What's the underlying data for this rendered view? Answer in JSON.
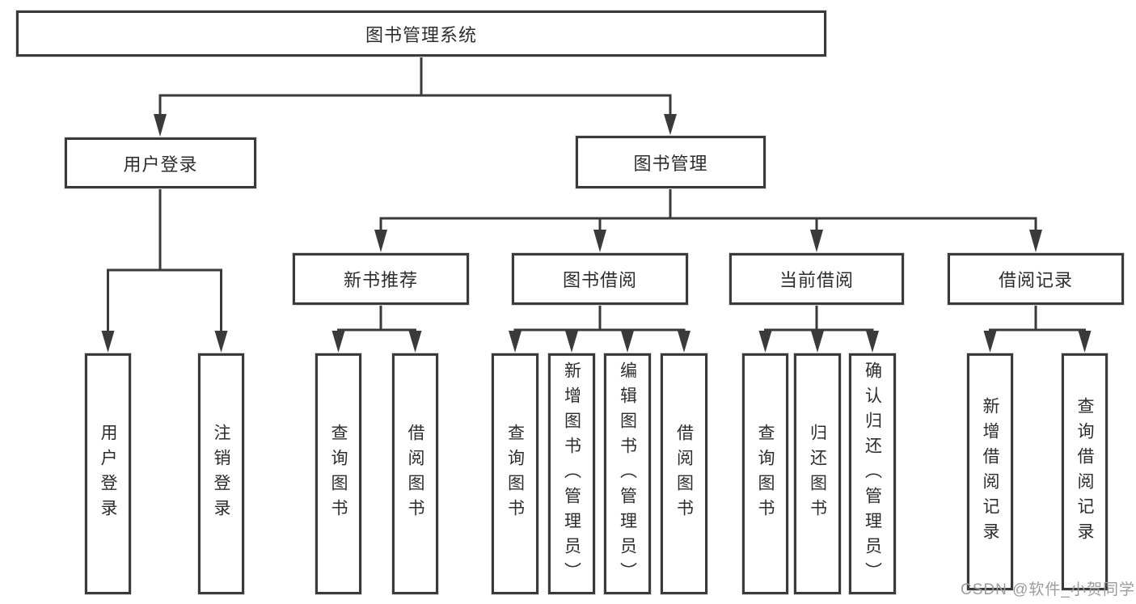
{
  "diagram": {
    "root": {
      "label": "图书管理系统"
    },
    "level2": {
      "user_login": {
        "label": "用户登录"
      },
      "book_mgmt": {
        "label": "图书管理"
      }
    },
    "level3": {
      "new_book_rec": {
        "label": "新书推荐"
      },
      "book_borrow": {
        "label": "图书借阅"
      },
      "current_borrow": {
        "label": "当前借阅"
      },
      "borrow_record": {
        "label": "借阅记录"
      }
    },
    "leaves": {
      "user_login_leaf": {
        "label": "用户登录"
      },
      "logout": {
        "label": "注销登录"
      },
      "rec_query_book": {
        "label": "查询图书"
      },
      "rec_borrow_book": {
        "label": "借阅图书"
      },
      "bor_query_book": {
        "label": "查询图书"
      },
      "bor_add_book": {
        "label": "新增图书（管理员）"
      },
      "bor_edit_book": {
        "label": "编辑图书（管理员）"
      },
      "bor_borrow_book": {
        "label": "借阅图书"
      },
      "cur_query_book": {
        "label": "查询图书"
      },
      "cur_return_book": {
        "label": "归还图书"
      },
      "cur_confirm_return": {
        "label": "确认归还（管理员）"
      },
      "log_add_record": {
        "label": "新增借阅记录"
      },
      "log_query_record": {
        "label": "查询借阅记录"
      }
    },
    "watermark": "CSDN @软件_小贺同学",
    "colors": {
      "line": "#3a3a3a",
      "text": "#2d2d2d",
      "watermark": "#9c9c9c"
    }
  }
}
